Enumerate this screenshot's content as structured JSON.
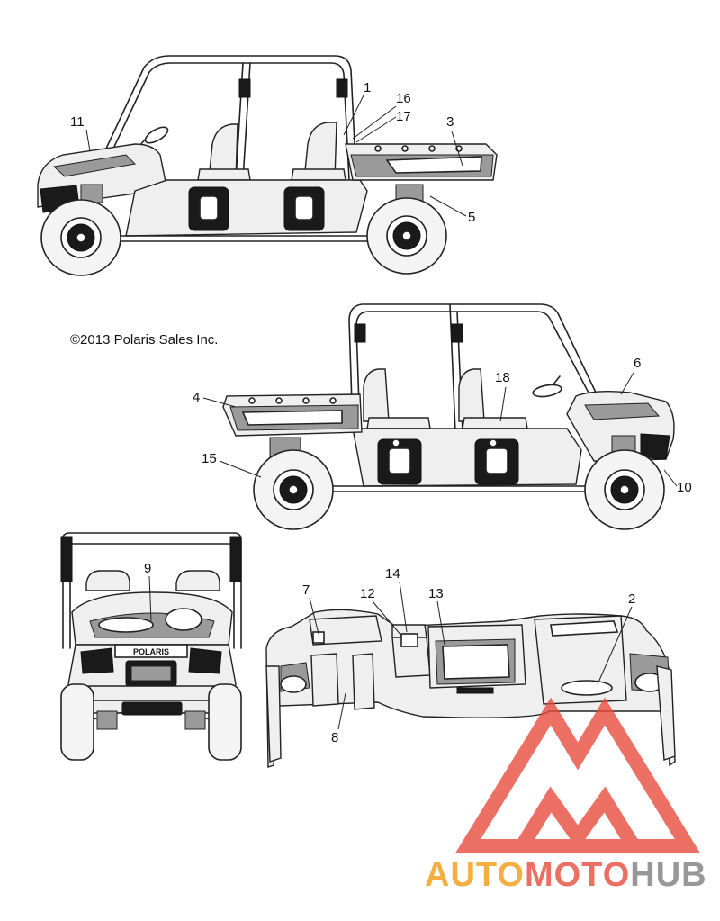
{
  "copyright": "©2013 Polaris Sales Inc.",
  "front_badge": "POLARIS",
  "callouts": {
    "c1": "1",
    "c2": "2",
    "c3": "3",
    "c4": "4",
    "c5": "5",
    "c6": "6",
    "c7": "7",
    "c8": "8",
    "c9": "9",
    "c10": "10",
    "c11": "11",
    "c12": "12",
    "c13": "13",
    "c14": "14",
    "c15": "15",
    "c16": "16",
    "c17": "17",
    "c18": "18"
  },
  "watermark": {
    "part_auto": "AUTO",
    "part_moto": "MOTO",
    "part_hub": "HUB",
    "colors": {
      "auto": "#f39c12",
      "moto": "#e74c3c",
      "hub": "#7f7f7f",
      "logo": "#e74c3c"
    }
  }
}
